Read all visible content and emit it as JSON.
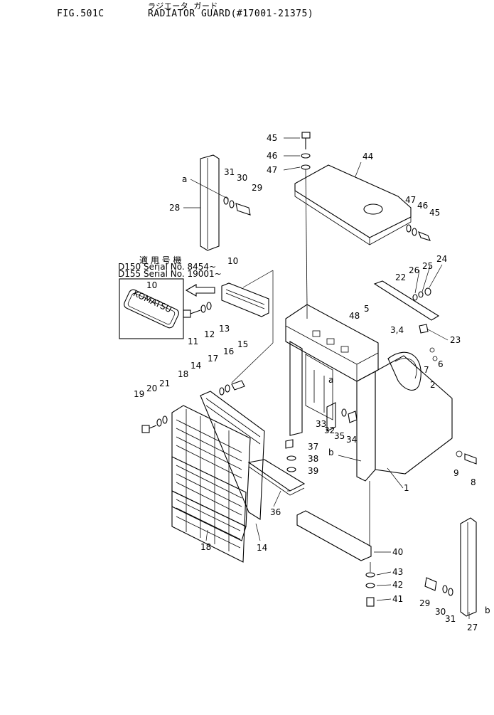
{
  "header": {
    "figure": "FIG.501C",
    "title_kana": "ラジエータ ガード",
    "title": "RADIATOR GUARD(#17001-21375)"
  },
  "inset": {
    "line1": "適 用 号 機",
    "line2": "D150  Serial  No. 8454~",
    "line3": "D155  Serial  No. 19001~",
    "label": "10",
    "badge": "KOMATSU"
  },
  "callouts": [
    {
      "id": "c45a",
      "text": "45"
    },
    {
      "id": "c46a",
      "text": "46"
    },
    {
      "id": "c47a",
      "text": "47"
    },
    {
      "id": "c44",
      "text": "44"
    },
    {
      "id": "c47b",
      "text": "47"
    },
    {
      "id": "c46b",
      "text": "46"
    },
    {
      "id": "c45b",
      "text": "45"
    },
    {
      "id": "c31a",
      "text": "31"
    },
    {
      "id": "c30a",
      "text": "30"
    },
    {
      "id": "c29a",
      "text": "29"
    },
    {
      "id": "c28",
      "text": "28"
    },
    {
      "id": "ca1",
      "text": "a"
    },
    {
      "id": "c10",
      "text": "10"
    },
    {
      "id": "c11",
      "text": "11"
    },
    {
      "id": "c12",
      "text": "12"
    },
    {
      "id": "c13",
      "text": "13"
    },
    {
      "id": "c22",
      "text": "22"
    },
    {
      "id": "c26",
      "text": "26"
    },
    {
      "id": "c25",
      "text": "25"
    },
    {
      "id": "c24",
      "text": "24"
    },
    {
      "id": "c23",
      "text": "23"
    },
    {
      "id": "c48",
      "text": "48"
    },
    {
      "id": "c5",
      "text": "5"
    },
    {
      "id": "c34",
      "text": "3,4"
    },
    {
      "id": "c7",
      "text": "7"
    },
    {
      "id": "c6",
      "text": "6"
    },
    {
      "id": "c2",
      "text": "2"
    },
    {
      "id": "ca2",
      "text": "a"
    },
    {
      "id": "c17",
      "text": "17"
    },
    {
      "id": "c16",
      "text": "16"
    },
    {
      "id": "c15",
      "text": "15"
    },
    {
      "id": "c18a",
      "text": "18"
    },
    {
      "id": "c14a",
      "text": "14"
    },
    {
      "id": "c19",
      "text": "19"
    },
    {
      "id": "c20",
      "text": "20"
    },
    {
      "id": "c21",
      "text": "21"
    },
    {
      "id": "c33",
      "text": "33"
    },
    {
      "id": "c32",
      "text": "32"
    },
    {
      "id": "c35",
      "text": "35"
    },
    {
      "id": "c34b",
      "text": "34"
    },
    {
      "id": "c37",
      "text": "37"
    },
    {
      "id": "c38",
      "text": "38"
    },
    {
      "id": "c39",
      "text": "39"
    },
    {
      "id": "cb1",
      "text": "b"
    },
    {
      "id": "c9",
      "text": "9"
    },
    {
      "id": "c8",
      "text": "8"
    },
    {
      "id": "c1",
      "text": "1"
    },
    {
      "id": "c36",
      "text": "36"
    },
    {
      "id": "c18b",
      "text": "18"
    },
    {
      "id": "c14b",
      "text": "14"
    },
    {
      "id": "c40",
      "text": "40"
    },
    {
      "id": "c43",
      "text": "43"
    },
    {
      "id": "c42",
      "text": "42"
    },
    {
      "id": "c41",
      "text": "41"
    },
    {
      "id": "c29b",
      "text": "29"
    },
    {
      "id": "c30b",
      "text": "30"
    },
    {
      "id": "c31b",
      "text": "31"
    },
    {
      "id": "c27",
      "text": "27"
    },
    {
      "id": "cb2",
      "text": "b"
    }
  ]
}
